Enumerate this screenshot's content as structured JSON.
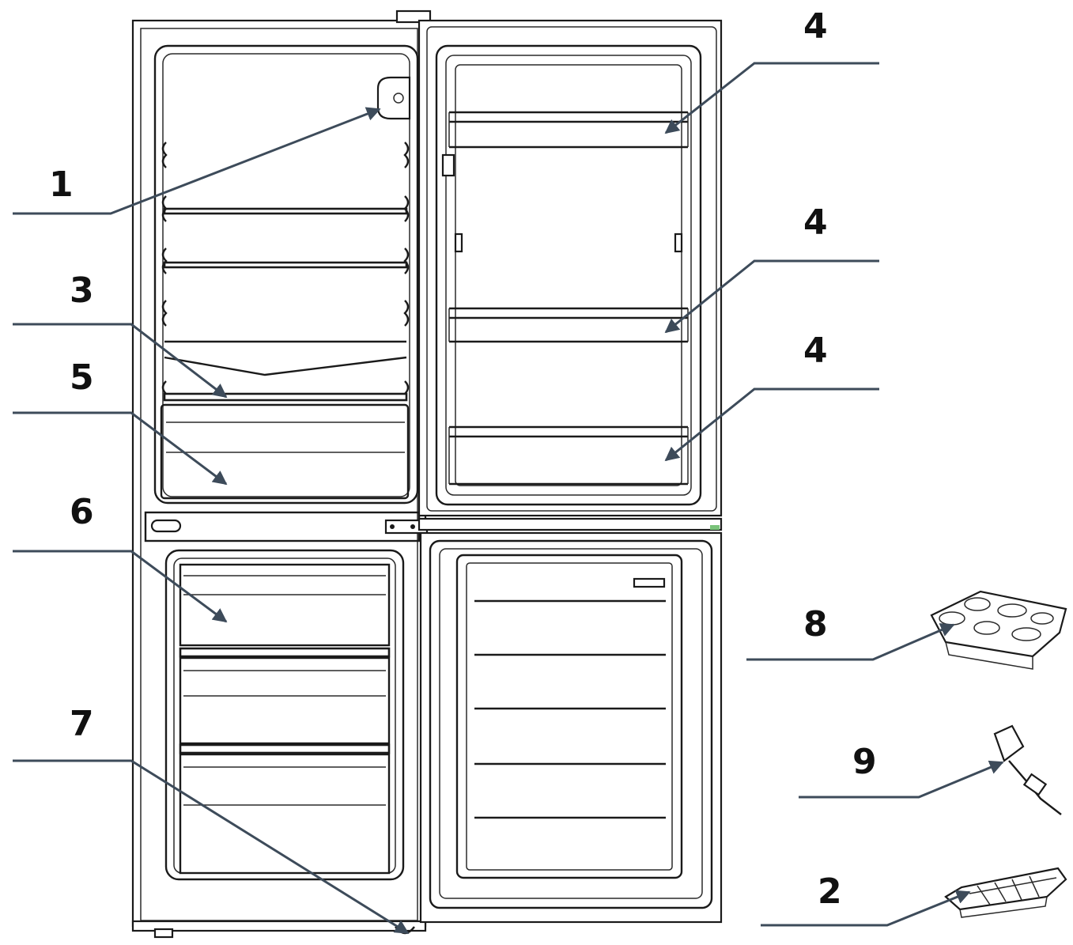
{
  "diagram": {
    "background": "#ffffff",
    "outline_color": "#1a1a1a",
    "leader_color": "#3d4b5a",
    "callouts": [
      {
        "id": "c1",
        "label": "1"
      },
      {
        "id": "c3",
        "label": "3"
      },
      {
        "id": "c5",
        "label": "5"
      },
      {
        "id": "c6",
        "label": "6"
      },
      {
        "id": "c7",
        "label": "7"
      },
      {
        "id": "c4a",
        "label": "4"
      },
      {
        "id": "c4b",
        "label": "4"
      },
      {
        "id": "c4c",
        "label": "4"
      },
      {
        "id": "c8",
        "label": "8"
      },
      {
        "id": "c9",
        "label": "9"
      },
      {
        "id": "c2",
        "label": "2"
      }
    ]
  }
}
